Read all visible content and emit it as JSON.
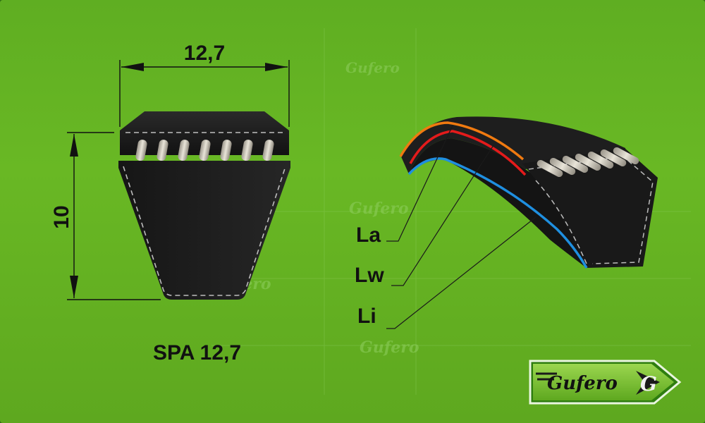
{
  "cross_section": {
    "width_label": "12,7",
    "height_label": "10",
    "profile_label": "SPA 12,7"
  },
  "length_labels": {
    "outer": "La",
    "pitch": "Lw",
    "inner": "Li"
  },
  "watermark_text": "Gufero",
  "logo": {
    "text": "Gufero",
    "letter": "G"
  },
  "colors": {
    "background": "#69b824",
    "belt": "#1a1a1a",
    "outer_line": "#f07a10",
    "pitch_line": "#e41b1b",
    "inner_line": "#1f8fe0"
  }
}
